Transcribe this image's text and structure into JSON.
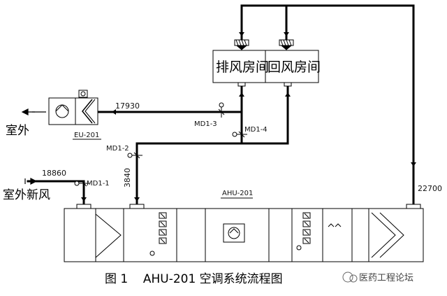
{
  "rooms": {
    "exhaust": "排风房间",
    "return": "回风房间"
  },
  "outdoor": {
    "exhaust_label": "室外",
    "fresh_label": "室外新风"
  },
  "eu": {
    "name": "EU-201"
  },
  "ahu": {
    "name": "AHU-201"
  },
  "flows": {
    "exhaust": "17930",
    "fresh": "18860",
    "return_mix": "3840",
    "supply": "22700"
  },
  "dampers": {
    "md1_1": "MD1-1",
    "md1_2": "MD1-2",
    "md1_3": "MD1-3",
    "md1_4": "MD1-4"
  },
  "caption": "图 1    AHU-201 空调系统流程图",
  "watermark": "医药工程论坛"
}
